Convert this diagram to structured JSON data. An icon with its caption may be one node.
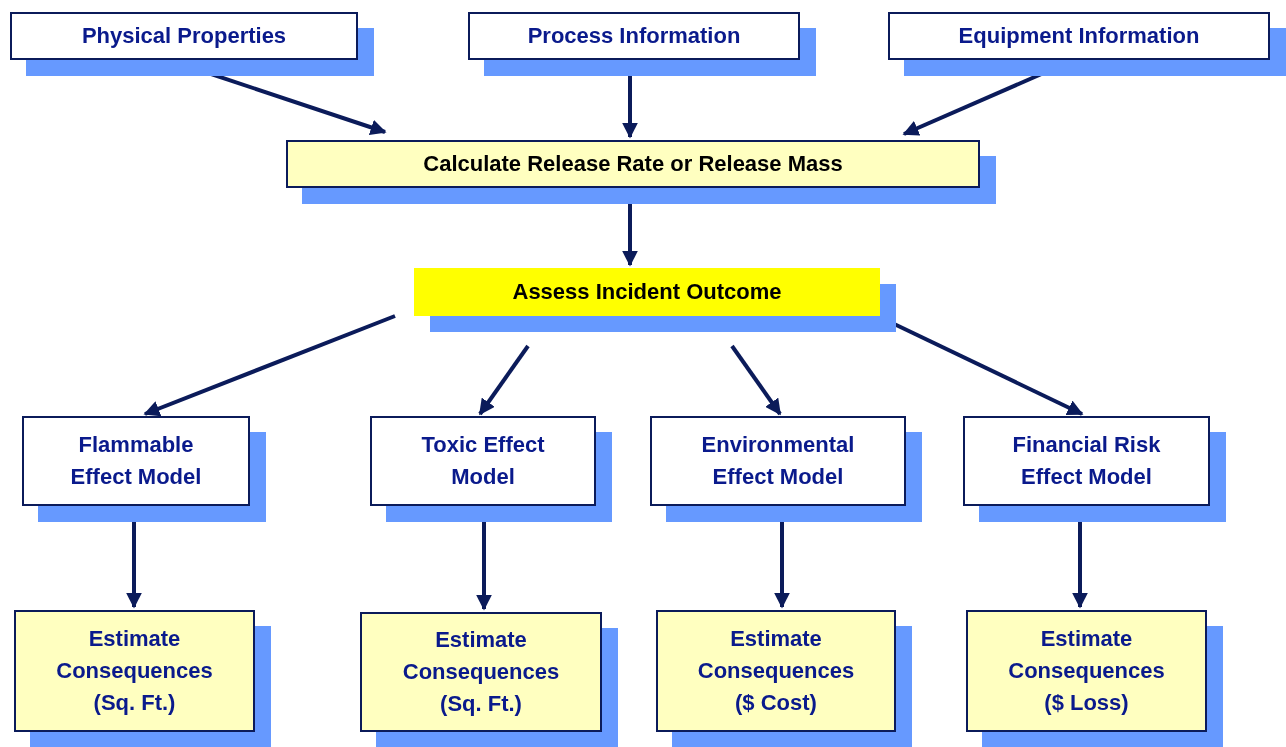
{
  "diagram": {
    "nodes": [
      {
        "text": [
          "Physical Properties"
        ]
      },
      {
        "text": [
          "Process Information"
        ]
      },
      {
        "text": [
          "Equipment Information"
        ]
      },
      {
        "text": [
          "Calculate Release Rate or Release Mass"
        ]
      },
      {
        "text": [
          "Assess Incident Outcome"
        ]
      },
      {
        "text": [
          "Flammable Effect Model"
        ]
      },
      {
        "text": [
          "Toxic Effect Model"
        ]
      },
      {
        "text": [
          "Environmental Effect Model"
        ]
      },
      {
        "text": [
          "Financial Risk Effect Model"
        ]
      },
      {
        "text": [
          "Estimate Consequences (Sq. Ft.)"
        ]
      },
      {
        "text": [
          "Estimate Consequences (Sq. Ft.)"
        ]
      },
      {
        "text": [
          "Estimate Consequences ($ Cost)"
        ]
      },
      {
        "text": [
          "Estimate Consequences ($ Loss)"
        ]
      }
    ],
    "edges": [
      {
        "from": 0,
        "to": 3,
        "arrow": "to"
      },
      {
        "from": 1,
        "to": 3,
        "arrow": "to"
      },
      {
        "from": 2,
        "to": 3,
        "arrow": "to"
      },
      {
        "from": 3,
        "to": 4,
        "arrow": "to"
      },
      {
        "from": 4,
        "to": 5,
        "arrow": "to"
      },
      {
        "from": 4,
        "to": 6,
        "arrow": "to"
      },
      {
        "from": 4,
        "to": 7,
        "arrow": "to"
      },
      {
        "from": 4,
        "to": 8,
        "arrow": "to"
      },
      {
        "from": 5,
        "to": 9,
        "arrow": "to"
      },
      {
        "from": 6,
        "to": 10,
        "arrow": "to"
      },
      {
        "from": 7,
        "to": 11,
        "arrow": "to"
      },
      {
        "from": 8,
        "to": 12,
        "arrow": "to"
      }
    ]
  }
}
